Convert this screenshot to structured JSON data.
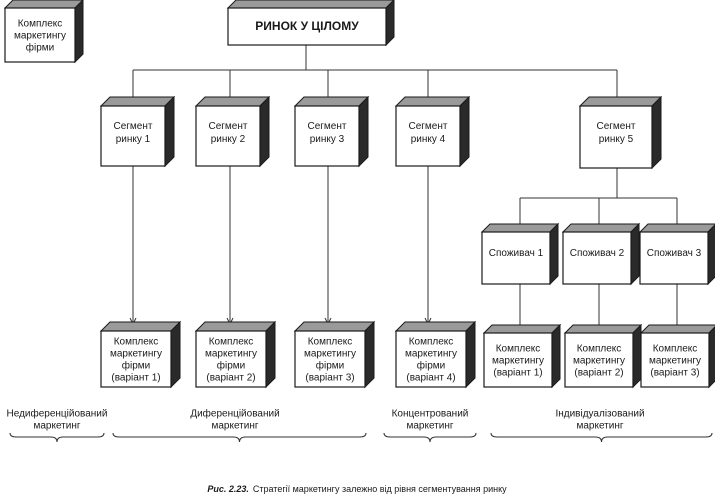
{
  "diagram": {
    "firm_mix": [
      "Комплекс",
      "маркетингу",
      "фірми"
    ],
    "market": "РИНОК У ЦІЛОМУ",
    "segments": [
      [
        "Сегмент",
        "ринку 1"
      ],
      [
        "Сегмент",
        "ринку 2"
      ],
      [
        "Сегмент",
        "ринку 3"
      ],
      [
        "Сегмент",
        "ринку 4"
      ],
      [
        "Сегмент",
        "ринку 5"
      ]
    ],
    "segment_mixes": [
      [
        "Комплекс",
        "маркетингу",
        "фірми",
        "(варіант 1)"
      ],
      [
        "Комплекс",
        "маркетингу",
        "фірми",
        "(варіант 2)"
      ],
      [
        "Комплекс",
        "маркетингу",
        "фірми",
        "(варіант 3)"
      ],
      [
        "Комплекс",
        "маркетингу",
        "фірми",
        "(варіант 4)"
      ]
    ],
    "consumers": [
      "Споживач 1",
      "Споживач 2",
      "Споживач 3"
    ],
    "consumer_mixes": [
      [
        "Комплекс",
        "маркетингу",
        "(варіант 1)"
      ],
      [
        "Комплекс",
        "маркетингу",
        "(варіант 2)"
      ],
      [
        "Комплекс",
        "маркетингу",
        "(варіант 3)"
      ]
    ],
    "strategies": [
      [
        "Недиференційований",
        "маркетинг"
      ],
      [
        "Диференційований",
        "маркетинг"
      ],
      [
        "Концентрований",
        "маркетинг"
      ],
      [
        "Індивідуалізований",
        "маркетинг"
      ]
    ],
    "caption_prefix": "Рис. 2.23.",
    "caption_text": "Стратегії маркетингу  залежно від рівня сегментування ринку"
  }
}
